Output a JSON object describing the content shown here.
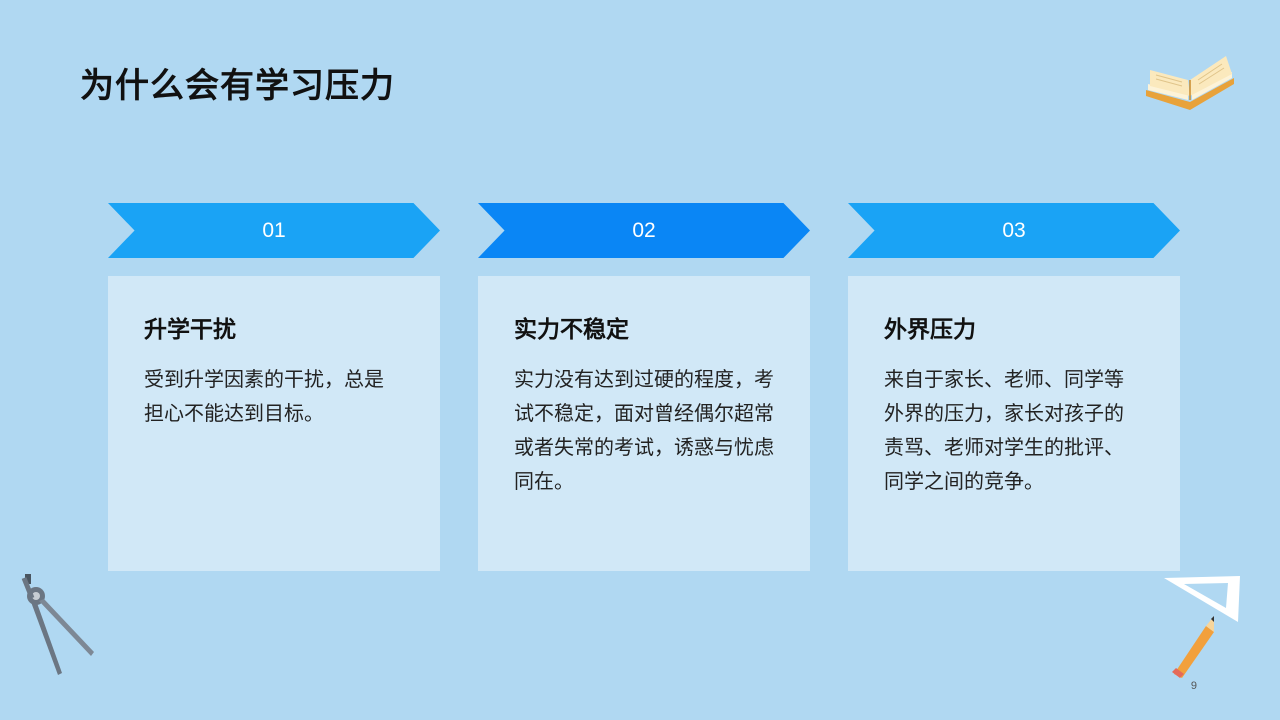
{
  "title": "为什么会有学习压力",
  "colors": {
    "background": "#b0d8f2",
    "card": "#d1e8f7",
    "chevron_light": "#1aa3f5",
    "chevron_dark": "#0a86f5"
  },
  "columns": [
    {
      "number": "01",
      "heading": "升学干扰",
      "body": "受到升学因素的干扰，总是担心不能达到目标。",
      "color": "#1aa3f5"
    },
    {
      "number": "02",
      "heading": "实力不稳定",
      "body": "实力没有达到过硬的程度，考试不稳定，面对曾经偶尔超常或者失常的考试，诱惑与忧虑同在。",
      "color": "#0a86f5"
    },
    {
      "number": "03",
      "heading": "外界压力",
      "body": "来自于家长、老师、同学等外界的压力，家长对孩子的责骂、老师对学生的批评、同学之间的竞争。",
      "color": "#1aa3f5"
    }
  ],
  "page_number": "9",
  "icons": [
    "open-book-icon",
    "compass-icon",
    "set-square-icon",
    "pencil-icon"
  ]
}
